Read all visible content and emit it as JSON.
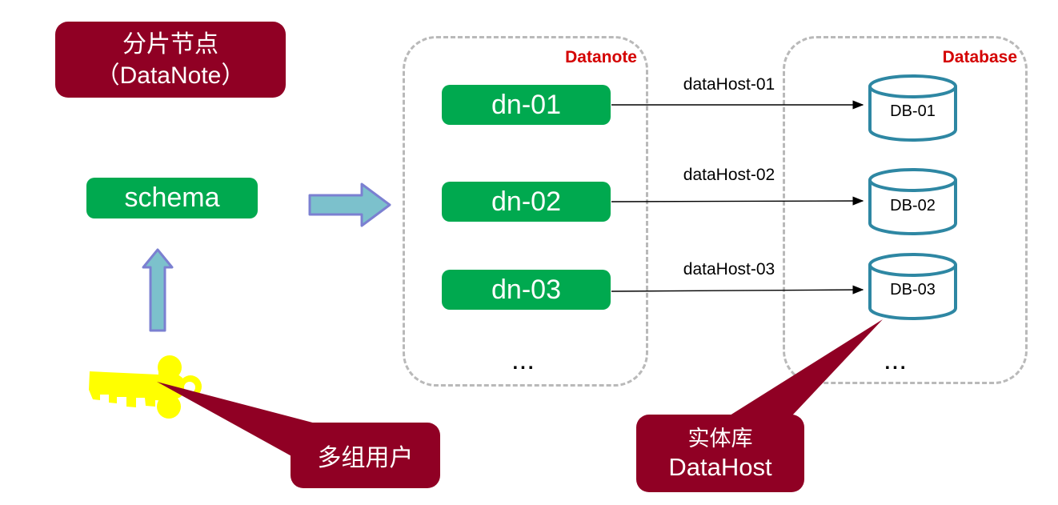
{
  "shard_title": {
    "line1": "分片节点",
    "line2": "（DataNote）"
  },
  "schema_node": {
    "label": "schema"
  },
  "users_callout": {
    "label": "多组用户"
  },
  "datahost_callout": {
    "line1": "实体库",
    "line2": "DataHost"
  },
  "datanote_zone": {
    "label": "Datanote",
    "nodes": [
      {
        "label": "dn-01"
      },
      {
        "label": "dn-02"
      },
      {
        "label": "dn-03"
      }
    ],
    "ellipsis": "..."
  },
  "database_zone": {
    "label": "Database",
    "databases": [
      {
        "label": "DB-01"
      },
      {
        "label": "DB-02"
      },
      {
        "label": "DB-03"
      }
    ],
    "ellipsis": "..."
  },
  "connections": [
    {
      "label": "dataHost-01"
    },
    {
      "label": "dataHost-02"
    },
    {
      "label": "dataHost-03"
    }
  ],
  "icons": {
    "key": "key-icon",
    "up_arrow": "up-arrow-icon",
    "right_arrow": "right-arrow-icon",
    "database": "database-cylinder-icon"
  },
  "colors": {
    "maroon": "#900024",
    "node_green": "#00a94f",
    "zone_label_red": "#d40000",
    "arrow_fill_teal": "#7cc1cc",
    "arrow_stroke_purple": "#7b80d1",
    "cylinder_stroke_teal": "#2e87a3",
    "key_yellow": "#ffff00",
    "dashed_border_gray": "#b9b9b9"
  }
}
